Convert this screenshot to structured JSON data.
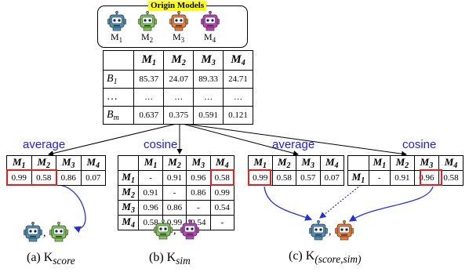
{
  "origin": {
    "title": "Origin Models",
    "models": [
      {
        "label": "M",
        "sub": "1",
        "color": "#4a90b8"
      },
      {
        "label": "M",
        "sub": "2",
        "color": "#7ec850"
      },
      {
        "label": "M",
        "sub": "3",
        "color": "#f07a30"
      },
      {
        "label": "M",
        "sub": "4",
        "color": "#c040c0"
      }
    ]
  },
  "main_table": {
    "headers": [
      "",
      "M1",
      "M2",
      "M3",
      "M4"
    ],
    "rows": [
      {
        "label": "B1",
        "values": [
          "85.37",
          "24.07",
          "89.33",
          "24.71"
        ]
      },
      {
        "label": "...",
        "values": [
          "…",
          "…",
          "…",
          "…"
        ]
      },
      {
        "label": "Bm",
        "values": [
          "0.637",
          "0.375",
          "0.591",
          "0.121"
        ]
      }
    ]
  },
  "panel_a": {
    "label": "average",
    "headers": [
      "M1",
      "M2",
      "M3",
      "M4"
    ],
    "values": [
      "0.99",
      "0.58",
      "0.86",
      "0.07"
    ],
    "caption": "(a) K",
    "caption_sub": "score"
  },
  "panel_b": {
    "label": "cosine",
    "headers": [
      "",
      "M1",
      "M2",
      "M3",
      "M4"
    ],
    "rows": [
      {
        "label": "M1",
        "values": [
          "-",
          "0.91",
          "0.96",
          "0.58"
        ]
      },
      {
        "label": "M2",
        "values": [
          "0.91",
          "-",
          "0.86",
          "0.99"
        ]
      },
      {
        "label": "M3",
        "values": [
          "0.96",
          "0.86",
          "-",
          "0.54"
        ]
      },
      {
        "label": "M4",
        "values": [
          "0.58",
          "0.99",
          "0.54",
          "-"
        ]
      }
    ],
    "caption": "(b) K",
    "caption_sub": "sim"
  },
  "panel_c": {
    "avg_label": "average",
    "avg_headers": [
      "M1",
      "M2",
      "M3",
      "M4"
    ],
    "avg_values": [
      "0.99",
      "0.58",
      "0.57",
      "0.07"
    ],
    "cos_label": "cosine",
    "cos_headers": [
      "",
      "M1",
      "M2",
      "M3",
      "M4"
    ],
    "cos_row": {
      "label": "M1",
      "values": [
        "-",
        "0.91",
        "0.96",
        "0.58"
      ]
    },
    "caption": "(c) K",
    "caption_sub": "(score,sim)"
  }
}
